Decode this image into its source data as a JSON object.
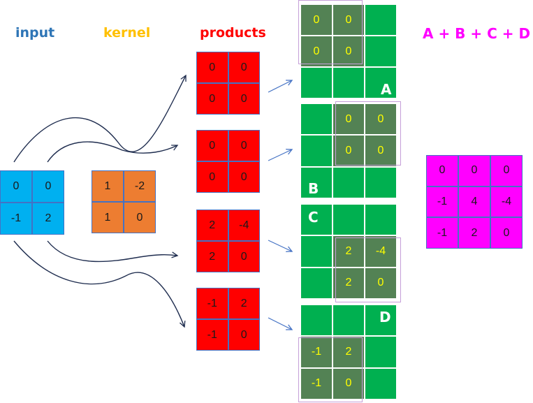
{
  "headers": {
    "input": "input",
    "kernel": "kernel",
    "products": "products",
    "sum": "A + B + C + D"
  },
  "colors": {
    "input": "#00b0f0",
    "kernel": "#ed7d31",
    "products": "#ff0000",
    "sum": "#ff00ff",
    "canvas": "#00b050",
    "canvas_highlight": "#538254",
    "header_input": "#2e75b6",
    "header_kernel": "#ffc000",
    "header_products": "#ff0000",
    "header_sum": "#ff00ff"
  },
  "input": [
    [
      "0",
      "0"
    ],
    [
      "-1",
      "2"
    ]
  ],
  "kernel": [
    [
      "1",
      "-2"
    ],
    [
      "1",
      "0"
    ]
  ],
  "products": [
    [
      [
        "0",
        "0"
      ],
      [
        "0",
        "0"
      ]
    ],
    [
      [
        "0",
        "0"
      ],
      [
        "0",
        "0"
      ]
    ],
    [
      [
        "2",
        "-4"
      ],
      [
        "2",
        "0"
      ]
    ],
    [
      [
        "-1",
        "2"
      ],
      [
        "-1",
        "0"
      ]
    ]
  ],
  "partials": [
    {
      "letter": "A",
      "cells": [
        [
          "0",
          "0",
          ""
        ],
        [
          "0",
          "0",
          ""
        ],
        [
          "",
          "",
          ""
        ]
      ],
      "highlight": [
        [
          1,
          1,
          0
        ],
        [
          1,
          1,
          0
        ],
        [
          0,
          0,
          0
        ]
      ]
    },
    {
      "letter": "B",
      "cells": [
        [
          "",
          "0",
          "0"
        ],
        [
          "",
          "0",
          "0"
        ],
        [
          "",
          "",
          ""
        ]
      ],
      "highlight": [
        [
          0,
          1,
          1
        ],
        [
          0,
          1,
          1
        ],
        [
          0,
          0,
          0
        ]
      ]
    },
    {
      "letter": "C",
      "cells": [
        [
          "",
          "",
          ""
        ],
        [
          "",
          "2",
          "-4"
        ],
        [
          "",
          "2",
          "0"
        ]
      ],
      "highlight": [
        [
          0,
          0,
          0
        ],
        [
          0,
          1,
          1
        ],
        [
          0,
          1,
          1
        ]
      ]
    },
    {
      "letter": "D",
      "cells": [
        [
          "",
          "",
          ""
        ],
        [
          "-1",
          "2",
          ""
        ],
        [
          "-1",
          "0",
          ""
        ]
      ],
      "highlight": [
        [
          0,
          0,
          0
        ],
        [
          1,
          1,
          0
        ],
        [
          1,
          1,
          0
        ]
      ]
    }
  ],
  "result": [
    [
      "0",
      "0",
      "0"
    ],
    [
      "-1",
      "4",
      "-4"
    ],
    [
      "-1",
      "2",
      "0"
    ]
  ]
}
